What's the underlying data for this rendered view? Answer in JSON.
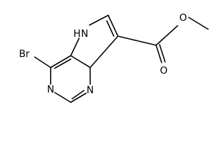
{
  "molecule": {
    "atoms": {
      "bromine": "Br",
      "ring_n_top": "N",
      "ring_n_right": "N",
      "pyrrole_nh": "H",
      "pyrrole_n": "N",
      "ester_o_single": "O",
      "ester_o_double": "O"
    }
  },
  "colors": {
    "bond": "#000000",
    "label": "#000000",
    "background": "#ffffff"
  }
}
